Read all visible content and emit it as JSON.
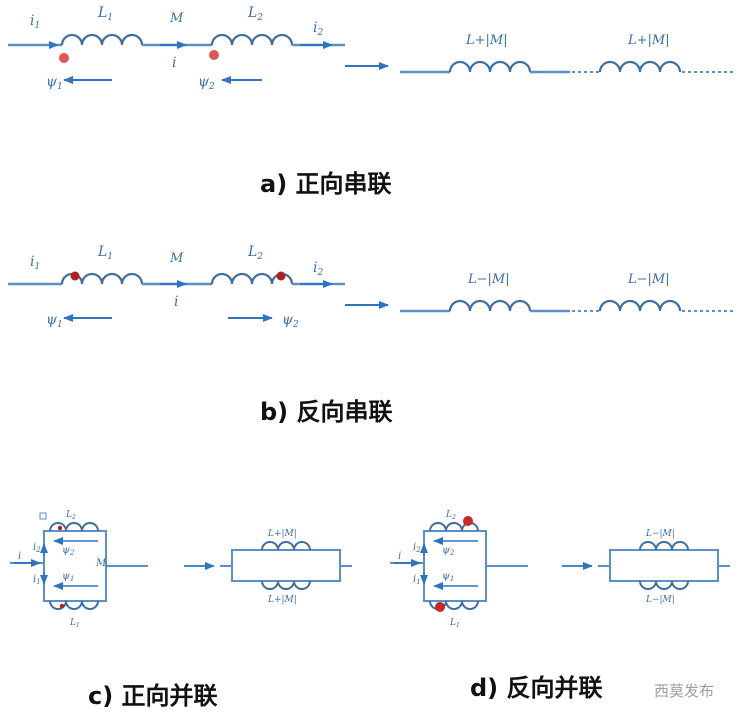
{
  "colors": {
    "wire": "#5b8fc7",
    "coil": "#3f6f9f",
    "arrow": "#2e74c0",
    "dot_red": "#e05555",
    "dot_dark": "#b02020",
    "text": "#111111"
  },
  "captions": {
    "a": "a) 正向串联",
    "b": "b) 反向串联",
    "c": "c) 正向并联",
    "d": "d) 反向并联"
  },
  "watermark": "西莫发布",
  "labels": {
    "i1": "i",
    "i1_sub": "1",
    "i2": "i",
    "i2_sub": "2",
    "i": "i",
    "L1": "L",
    "L1_sub": "1",
    "L2": "L",
    "L2_sub": "2",
    "M": "M",
    "psi1": "ψ",
    "psi1_sub": "1",
    "psi2": "ψ",
    "psi2_sub": "2",
    "Lplus": "L+|M|",
    "Lminus": "L−|M|"
  }
}
